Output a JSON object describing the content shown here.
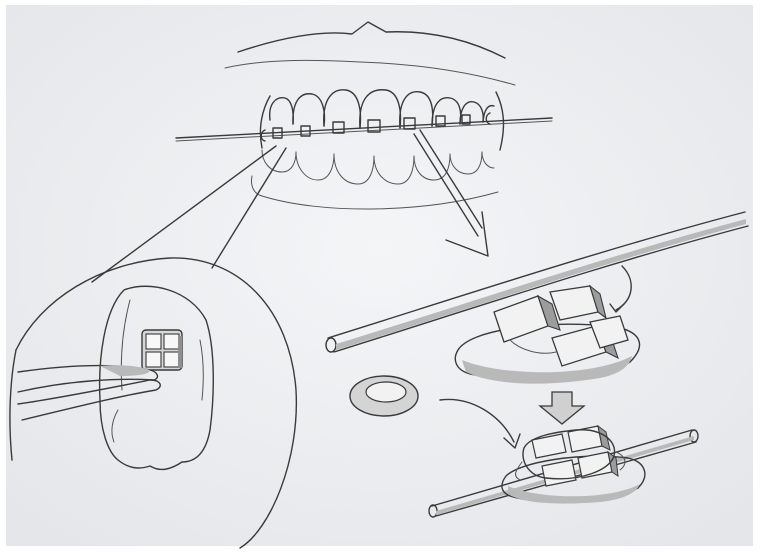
{
  "figure": {
    "subject": "",
    "colors": {
      "paper": "#eef0f2",
      "ink": "#3a3a3a",
      "shading": "#b9b9b9"
    }
  },
  "icons": [
    "smile-teeth-with-braces",
    "zoom-circle-tweezers-bracket",
    "archwire",
    "bracket-detail",
    "elastic-ring",
    "assembled-bracket"
  ]
}
